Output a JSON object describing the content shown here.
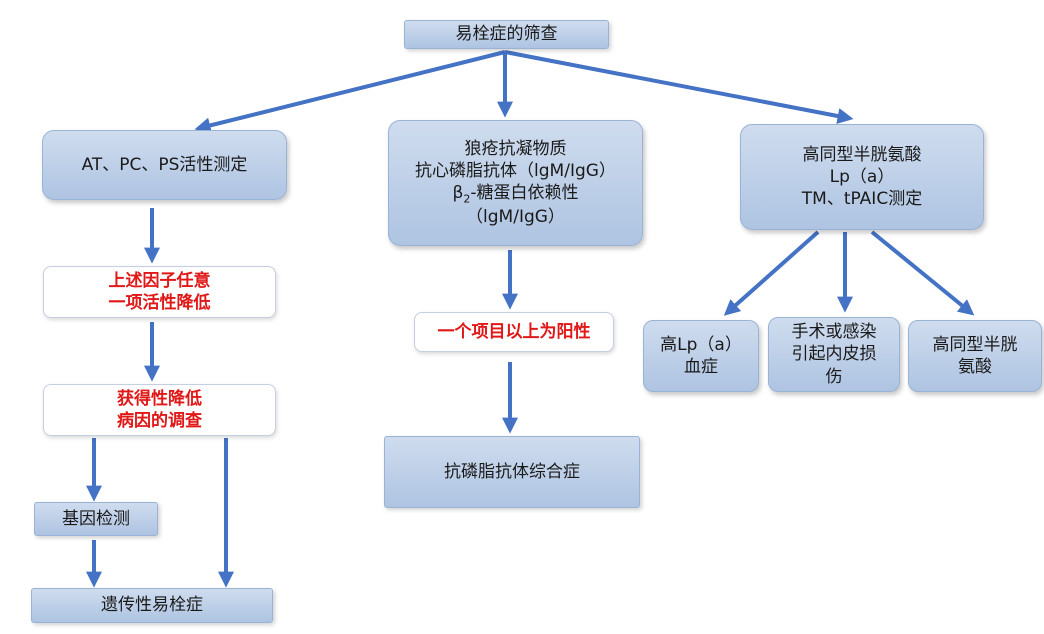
{
  "diagram": {
    "title": "易栓症的筛查",
    "branch_left": {
      "label": "AT、PC、PS活性测定"
    },
    "branch_middle": {
      "line1": "狼疮抗凝物质",
      "line2": "抗心磷脂抗体（lgM/IgG）",
      "line3_prefix": "β",
      "line3_sub": "2",
      "line3_suffix": "-糖蛋白依赖性",
      "line4": "（lgM/IgG）"
    },
    "branch_right": {
      "line1": "高同型半胱氨酸",
      "line2": "Lp（a）",
      "line3": "TM、tPAIC测定"
    },
    "left_condition": {
      "line1": "上述因子任意",
      "line2": "一项活性降低"
    },
    "left_followup": {
      "line1": "获得性降低",
      "line2": "病因的调查"
    },
    "gene_test": "基因检测",
    "hereditary": "遗传性易栓症",
    "middle_condition": "一个项目以上为阳性",
    "middle_result": "抗磷脂抗体综合症",
    "right_result_1": {
      "line1": "高Lp（a）",
      "line2": "血症"
    },
    "right_result_2": {
      "line1": "手术或感染",
      "line2": "引起内皮损",
      "line3": "伤"
    },
    "right_result_3": {
      "line1": "高同型半胱",
      "line2": "氨酸"
    },
    "colors": {
      "arrow": "#4472c4",
      "highlight_text": "#e01818",
      "box_fill": "#b8cde8"
    }
  }
}
